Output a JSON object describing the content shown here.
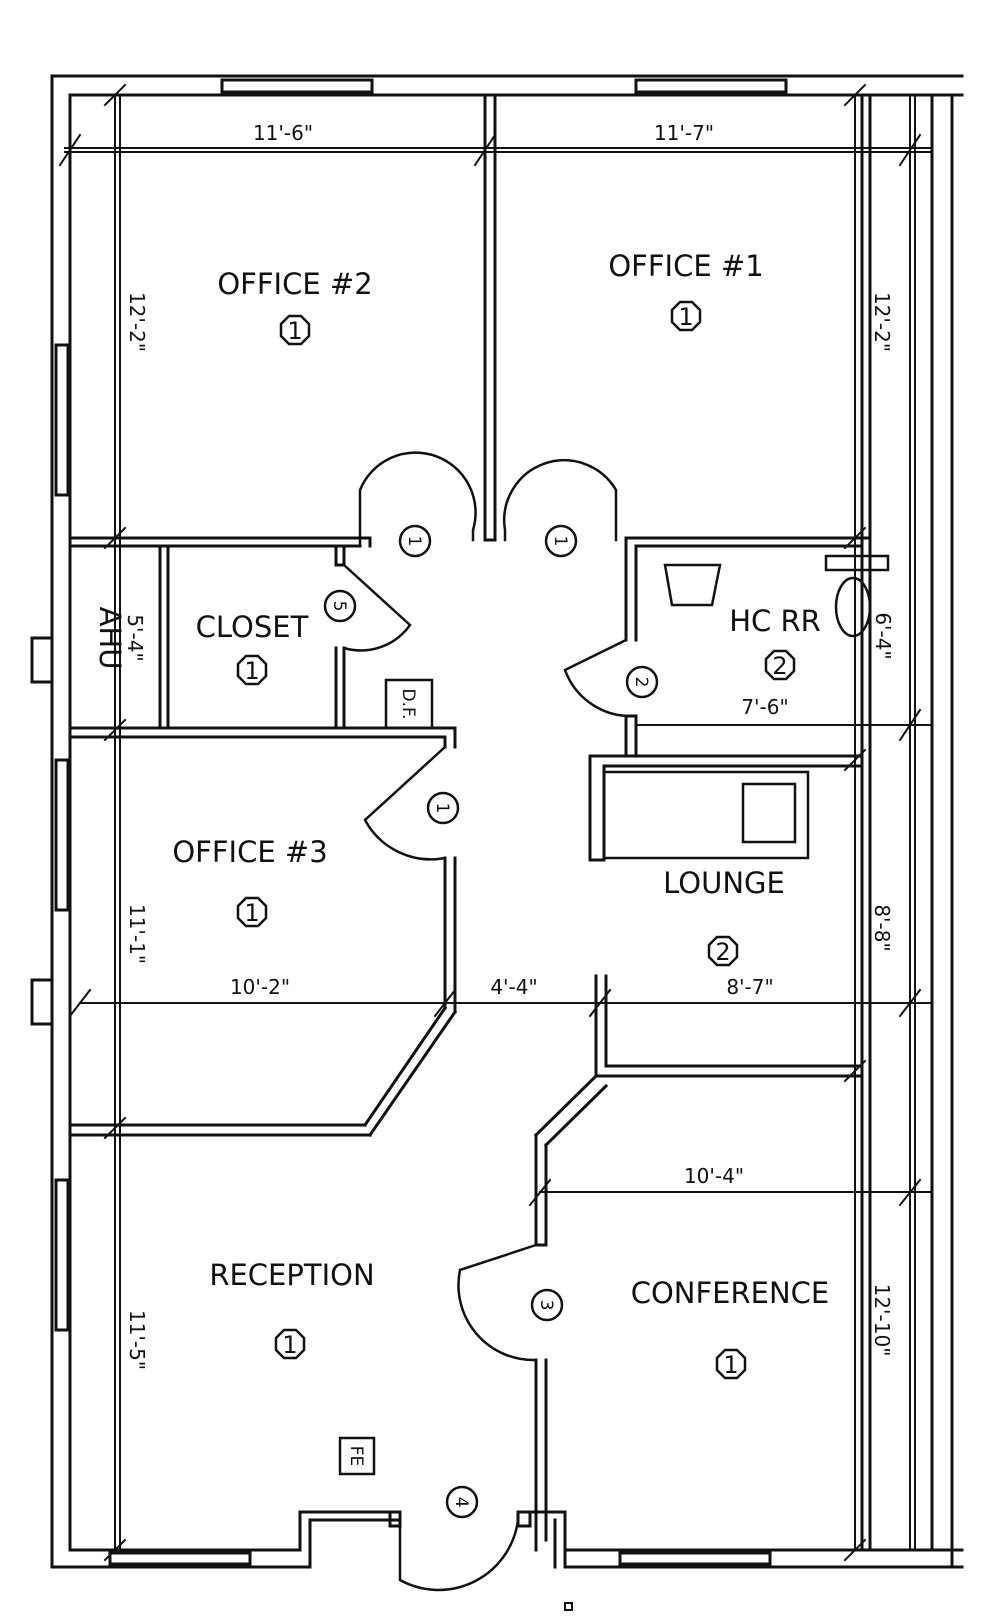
{
  "rooms": {
    "office2": {
      "name": "OFFICE #2",
      "tag": "1"
    },
    "office1": {
      "name": "OFFICE #1",
      "tag": "1"
    },
    "closet": {
      "name": "CLOSET",
      "tag": "1"
    },
    "hc_rr": {
      "name": "HC RR",
      "tag": "2"
    },
    "office3": {
      "name": "OFFICE #3",
      "tag": "1"
    },
    "lounge": {
      "name": "LOUNGE",
      "tag": "2"
    },
    "reception": {
      "name": "RECEPTION",
      "tag": "1"
    },
    "conference": {
      "name": "CONFERENCE",
      "tag": "1"
    },
    "ahu": {
      "name": "AHU"
    }
  },
  "labels": {
    "df": "D.F.",
    "fe": "FE"
  },
  "doors": {
    "office2_door": "1",
    "office1_door": "1",
    "closet_door": "5",
    "rr_door": "2",
    "office3_door": "1",
    "conference_door": "3",
    "entry_door": "4"
  },
  "dimensions": {
    "office2_width": "11'-6\"",
    "office1_width": "11'-7\"",
    "office2_depth": "12'-2\"",
    "office1_depth": "12'-2\"",
    "ahu_depth": "5'-4\"",
    "rr_depth": "6'-4\"",
    "rr_width": "7'-6\"",
    "office3_depth": "11'-1\"",
    "lounge_depth": "8'-8\"",
    "office3_width": "10'-2\"",
    "corridor_width": "4'-4\"",
    "lounge_width": "8'-7\"",
    "conference_width": "10'-4\"",
    "reception_depth": "11'-5\"",
    "conference_depth": "12'-10\""
  }
}
